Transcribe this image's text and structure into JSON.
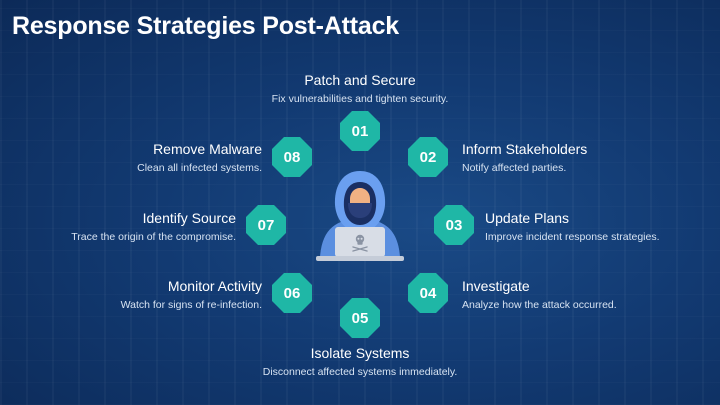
{
  "slide": {
    "title": "Response Strategies Post-Attack"
  },
  "steps": [
    {
      "number": "01",
      "heading": "Patch and Secure",
      "description": "Fix vulnerabilities and tighten security."
    },
    {
      "number": "02",
      "heading": "Inform Stakeholders",
      "description": "Notify affected parties."
    },
    {
      "number": "03",
      "heading": "Update Plans",
      "description": "Improve incident response strategies."
    },
    {
      "number": "04",
      "heading": "Investigate",
      "description": "Analyze how the attack occurred."
    },
    {
      "number": "05",
      "heading": "Isolate Systems",
      "description": "Disconnect affected systems immediately."
    },
    {
      "number": "06",
      "heading": "Monitor Activity",
      "description": "Watch for signs of re-infection."
    },
    {
      "number": "07",
      "heading": "Identify Source",
      "description": "Trace the origin of the compromise."
    },
    {
      "number": "08",
      "heading": "Remove Malware",
      "description": "Clean all infected systems."
    }
  ],
  "illustration": {
    "icon": "hooded-hacker-with-laptop-icon"
  },
  "colors": {
    "background": "#123a72",
    "accent": "#1fb7a6",
    "text": "#ffffff"
  }
}
